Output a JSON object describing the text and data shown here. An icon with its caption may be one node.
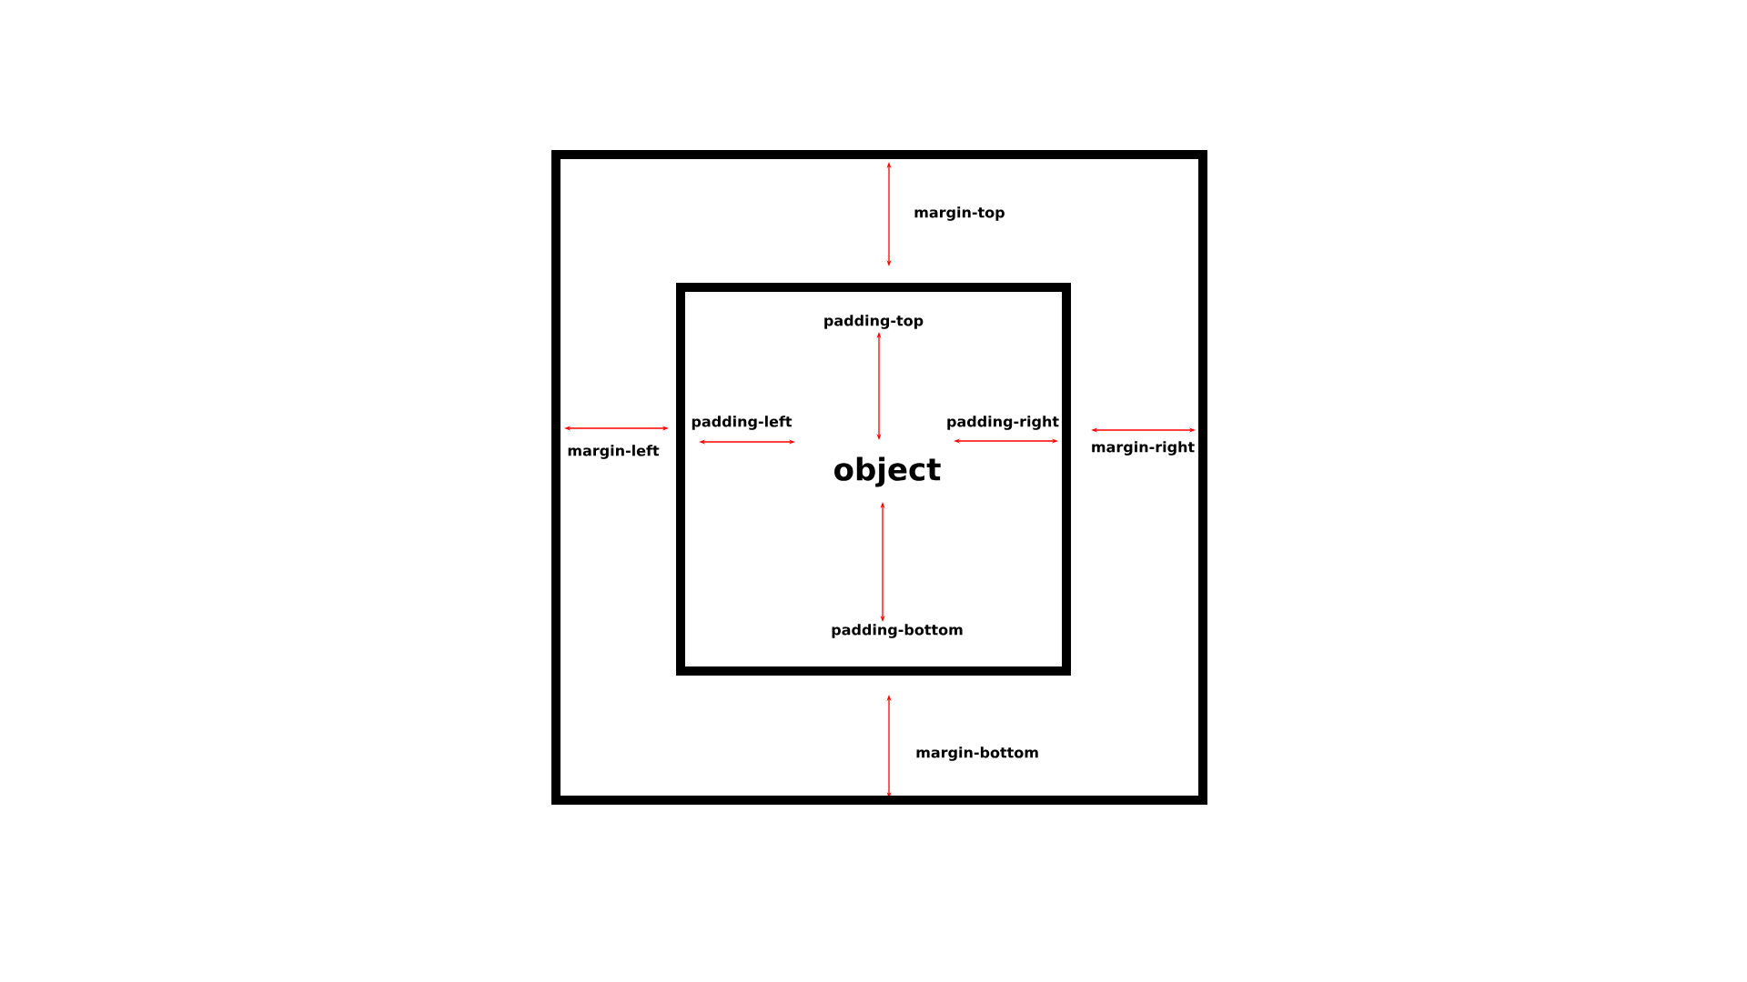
{
  "diagram": {
    "nodes": [
      {
        "text": [],
        "shape": "box"
      },
      {
        "text": [
          "object"
        ],
        "in": 0
      }
    ],
    "edges": [],
    "labels": [
      "margin-top",
      "padding-top",
      "padding-left",
      "padding-right",
      "margin-right",
      "margin-left",
      "padding-bottom",
      "margin-bottom"
    ]
  }
}
